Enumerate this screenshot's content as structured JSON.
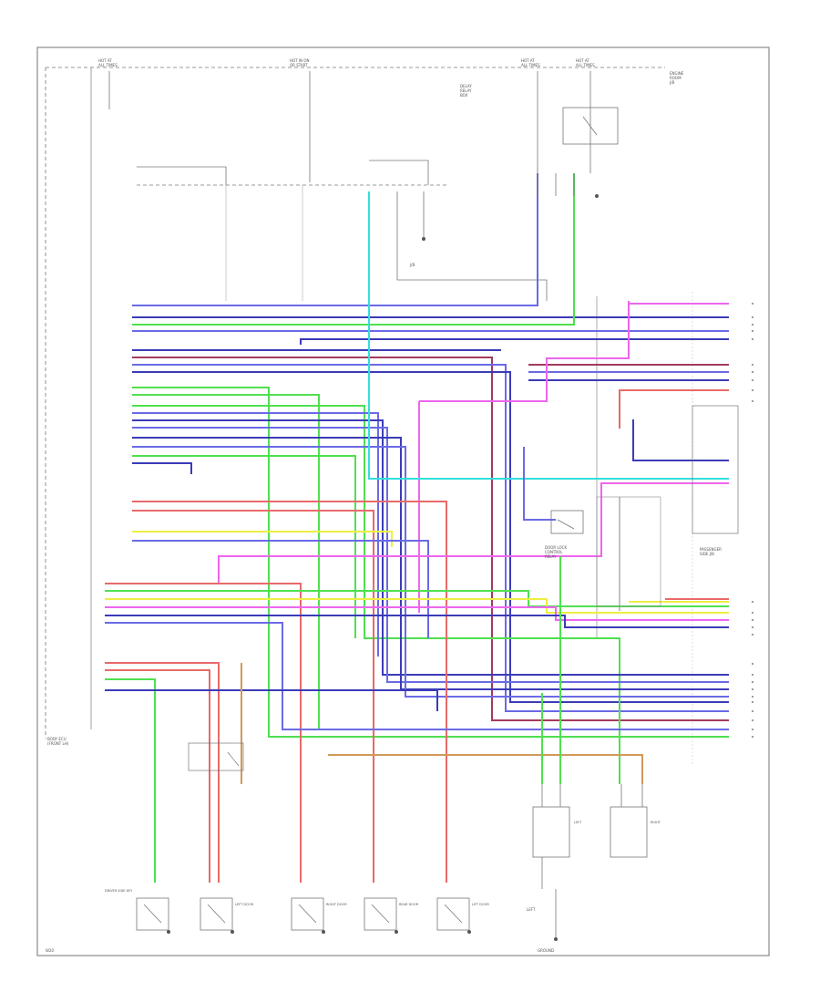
{
  "labels": {
    "top_fuse_1a": "HOT AT",
    "top_fuse_1b": "ALL TIMES",
    "top_fuse_2a": "HOT IN ON",
    "top_fuse_2b": "OR START",
    "top_fuse_3a": "HOT AT",
    "top_fuse_3b": "ALL TIMES",
    "top_fuse_4a": "HOT AT",
    "top_fuse_4b": "ALL TIMES",
    "relay_box_a": "DELAY",
    "relay_box_b": "RELAY",
    "relay_box_c": "BOX",
    "right_box_a": "ENGINE",
    "right_box_b": "ROOM",
    "right_box_c": "J/B",
    "junction_block": "J/B",
    "main_unit_a": "BODY ECU",
    "main_unit_b": "(FRONT LH)",
    "door_lock_ctrl_a": "DOOR LOCK",
    "door_lock_ctrl_b": "CONTROL",
    "door_lock_ctrl_c": "RELAY",
    "passenger_block_a": "PASSENGER",
    "passenger_block_b": "SIDE J/B",
    "bottom_left_note": "W20",
    "bottom_right_note": "LEFT",
    "ground_note": "GROUND",
    "switch_1": "DRIVER SIDE KEY",
    "switch_2": "LEFT DOOR",
    "switch_3": "RIGHT DOOR",
    "switch_4": "REAR DOOR",
    "switch_5": "LIFT DOOR",
    "right_switch_a": "LEFT",
    "right_switch_b": "RIGHT"
  },
  "colors": {
    "frame": "#8a8a8a",
    "wire_blue": "#6a6ae6",
    "wire_navy": "#3b3bb8",
    "wire_green": "#4fe04f",
    "wire_red": "#e86a6a",
    "wire_maroon": "#a33a5c",
    "wire_pink": "#ee66ee",
    "wire_yellow": "#eeee44",
    "wire_cyan": "#33dddd",
    "wire_orange": "#d29a5a",
    "wire_gray": "#666666"
  }
}
